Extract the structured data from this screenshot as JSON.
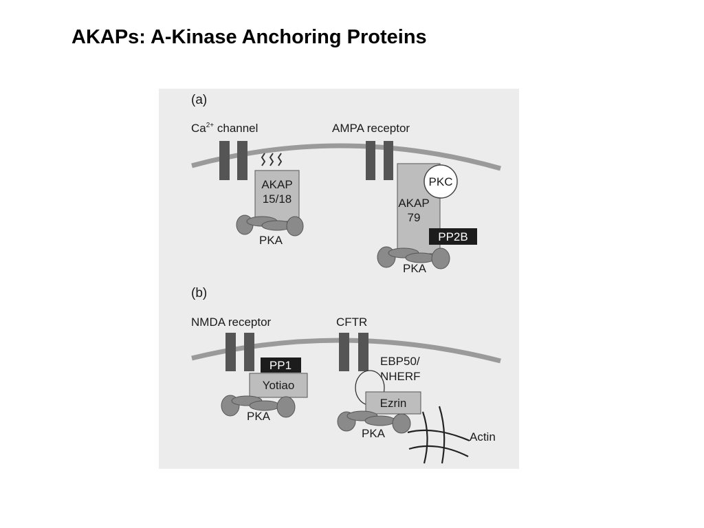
{
  "slide": {
    "title": "AKAPs: A-Kinase Anchoring Proteins"
  },
  "panel_a": {
    "label": "(a)",
    "left": {
      "channel_base": "Ca",
      "channel_sup": "2+",
      "channel_rest": " channel",
      "akap_line1": "AKAP",
      "akap_line2": "15/18",
      "pka": "PKA"
    },
    "right": {
      "receptor": "AMPA receptor",
      "pkc": "PKC",
      "akap_line1": "AKAP",
      "akap_line2": "79",
      "pp2b": "PP2B",
      "pka": "PKA"
    }
  },
  "panel_b": {
    "label": "(b)",
    "left": {
      "receptor": "NMDA receptor",
      "pp1": "PP1",
      "yotiao": "Yotiao",
      "pka": "PKA"
    },
    "right": {
      "receptor": "CFTR",
      "ebp_line1": "EBP50/",
      "ebp_line2": "NHERF",
      "ezrin": "Ezrin",
      "pka": "PKA",
      "actin": "Actin"
    }
  },
  "colors": {
    "figure_background": "#ececec",
    "membrane": "#9a9a9a",
    "channel": "#555555",
    "akap_box": "#bdbdbd",
    "pka_lobe": "#8a8a8a",
    "dark_label_box": "#1c1c1c"
  }
}
